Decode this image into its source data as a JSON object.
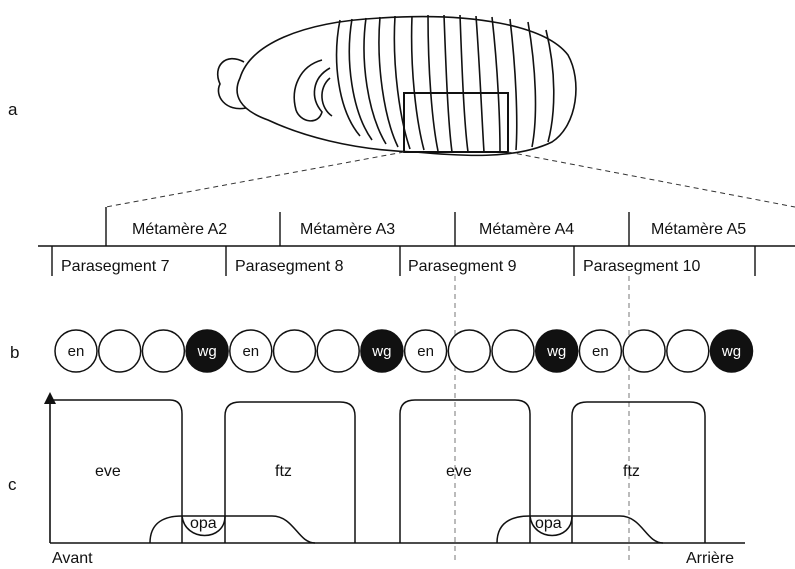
{
  "panels": {
    "a": "a",
    "b": "b",
    "c": "c"
  },
  "metameres": [
    "Métamère A2",
    "Métamère A3",
    "Métamère A4",
    "Métamère A5"
  ],
  "parasegments": [
    "Parasegment 7",
    "Parasegment 8",
    "Parasegment 9",
    "Parasegment 10"
  ],
  "cells": [
    {
      "label": "en",
      "fill": "white"
    },
    {
      "label": "",
      "fill": "white"
    },
    {
      "label": "",
      "fill": "white"
    },
    {
      "label": "wg",
      "fill": "black"
    },
    {
      "label": "en",
      "fill": "white"
    },
    {
      "label": "",
      "fill": "white"
    },
    {
      "label": "",
      "fill": "white"
    },
    {
      "label": "wg",
      "fill": "black"
    },
    {
      "label": "en",
      "fill": "white"
    },
    {
      "label": "",
      "fill": "white"
    },
    {
      "label": "",
      "fill": "white"
    },
    {
      "label": "wg",
      "fill": "black"
    },
    {
      "label": "en",
      "fill": "white"
    },
    {
      "label": "",
      "fill": "white"
    },
    {
      "label": "",
      "fill": "white"
    },
    {
      "label": "wg",
      "fill": "black"
    }
  ],
  "genes": {
    "eve_1": "eve",
    "ftz_1": "ftz",
    "opa_1": "opa",
    "eve_2": "eve",
    "ftz_2": "ftz",
    "opa_2": "opa"
  },
  "axis": {
    "anterior": "Avant",
    "posterior": "Arrière"
  }
}
